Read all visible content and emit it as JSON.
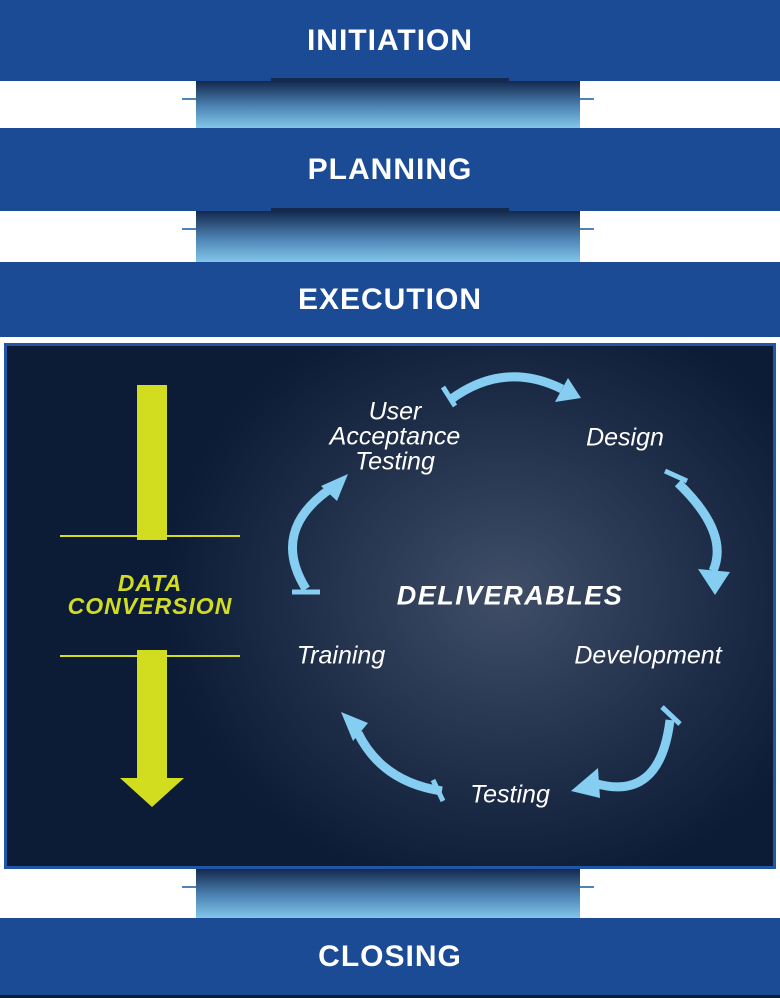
{
  "title": "Project phases diagram",
  "phases": {
    "initiation": {
      "label": "INITIATION"
    },
    "planning": {
      "label": "PLANNING"
    },
    "execution": {
      "label": "EXECUTION"
    },
    "closing": {
      "label": "CLOSING"
    }
  },
  "execution_panel": {
    "data_conversion_label": "DATA CONVERSION",
    "cycle": {
      "center_label": "DELIVERABLES",
      "steps": [
        {
          "label": "User Acceptance Testing"
        },
        {
          "label": "Design"
        },
        {
          "label": "Development"
        },
        {
          "label": "Testing"
        },
        {
          "label": "Training"
        }
      ]
    }
  },
  "colors": {
    "banner_blue": "#1C4B96",
    "connector_gradient_top": "#13294E",
    "connector_gradient_bottom": "#82C6EA",
    "panel_background": "#0D1C36",
    "panel_center_glow": "#404E68",
    "panel_border": "#2355A6",
    "accent_yellow": "#D3DD20",
    "cycle_arrow_blue": "#85CDF1",
    "text_white": "#FFFFFF"
  }
}
